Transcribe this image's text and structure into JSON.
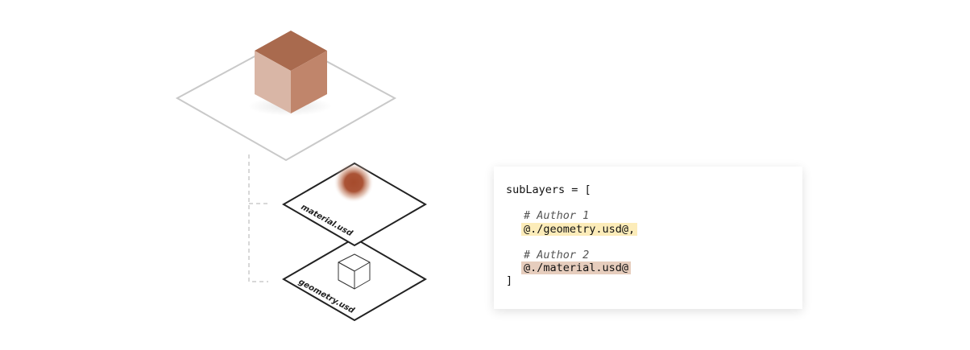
{
  "layers": {
    "top_label": "material.usd",
    "bottom_label": "geometry.usd"
  },
  "code": {
    "opening": "subLayers = [",
    "comment_1": "# Author 1",
    "path_1": "@./geometry.usd@,",
    "comment_2": "# Author 2",
    "path_2": "@./material.usd@",
    "closing": "]"
  },
  "colors": {
    "cube_top": "#a96a4e",
    "cube_left": "#d9b6a6",
    "cube_right": "#c0856b",
    "material_ball": "#a64b2c",
    "highlight_1": "#fcecb9",
    "highlight_2": "#e6cdbd"
  }
}
